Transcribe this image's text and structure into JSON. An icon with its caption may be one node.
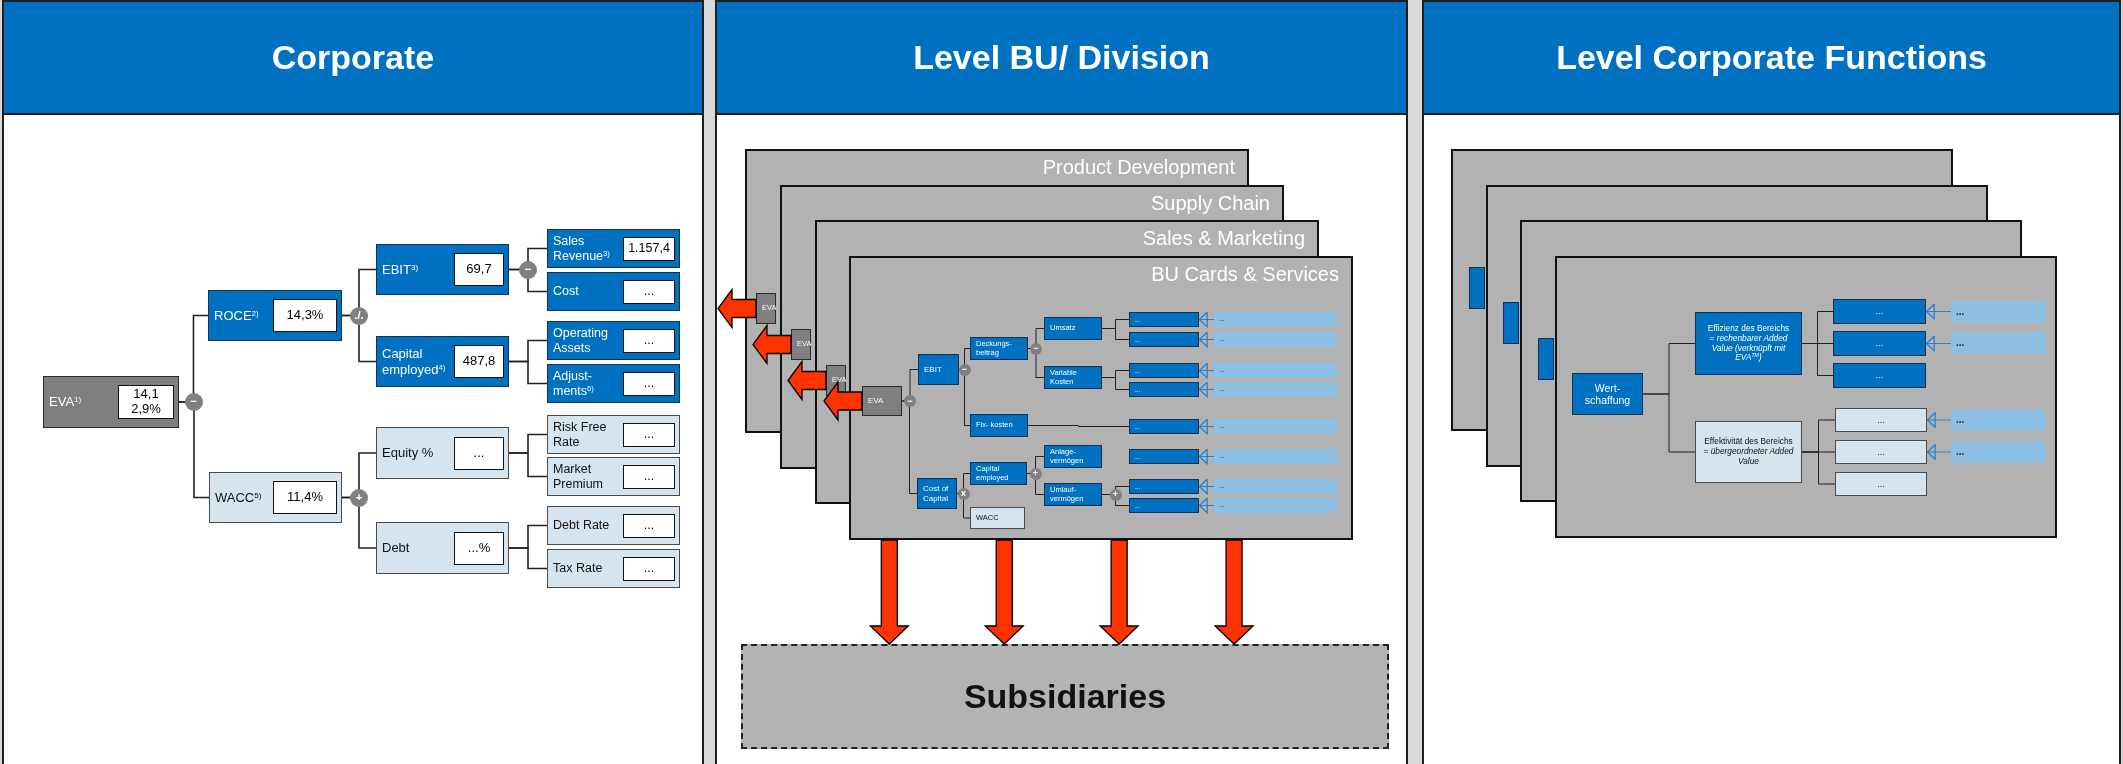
{
  "diagram": {
    "nodes": [
      {
        "text": [
          "Corporate"
        ]
      },
      {
        "text": [
          "EVA$^{1)}$",
          "14,1 2,9%"
        ],
        "in": 0
      },
      {
        "text": [
          "ROCE$^{2)}$",
          "14,3%"
        ],
        "in": 0
      },
      {
        "text": [
          "WACC$^{5)}$",
          "11,4%"
        ],
        "in": 0
      },
      {
        "text": [
          "EBIT$^{3)}$",
          "69,7"
        ],
        "in": 0
      },
      {
        "text": [
          "Capital employed$^{4)}$",
          "487,8"
        ],
        "in": 0
      },
      {
        "text": [
          "Equity %",
          "..."
        ],
        "in": 0
      },
      {
        "text": [
          "Debt",
          "...%"
        ],
        "in": 0
      },
      {
        "text": [
          "Sales Revenue$^{3)}$",
          "1.157,4"
        ],
        "in": 0
      },
      {
        "text": [
          "Cost",
          "..."
        ],
        "in": 0
      },
      {
        "text": [
          "Operating Assets",
          "..."
        ],
        "in": 0
      },
      {
        "text": [
          "Adjust- ments$^{6)}$",
          "..."
        ],
        "in": 0
      },
      {
        "text": [
          "Risk Free Rate",
          "..."
        ],
        "in": 0
      },
      {
        "text": [
          "Market Premium",
          "..."
        ],
        "in": 0
      },
      {
        "text": [
          "Debt Rate",
          "..."
        ],
        "in": 0
      },
      {
        "text": [
          "Tax Rate",
          "..."
        ],
        "in": 0
      },
      {
        "text": [
          "Level BU/ Division"
        ]
      },
      {
        "text": [
          "Product Development"
        ],
        "in": 16
      },
      {
        "text": [
          "EVA"
        ],
        "in": 16
      },
      {
        "text": [
          "Supply Chain"
        ],
        "in": 16
      },
      {
        "text": [
          "EVA"
        ],
        "in": 16
      },
      {
        "text": [
          "Sales & Marketing"
        ],
        "in": 16
      },
      {
        "text": [
          "EVA"
        ],
        "in": 16
      },
      {
        "text": [
          "BU Cards & Services"
        ],
        "in": 16
      },
      {
        "text": [
          "EVA"
        ],
        "in": 23
      },
      {
        "text": [
          "EBIT"
        ],
        "in": 23
      },
      {
        "text": [
          "Cost of Capital"
        ],
        "in": 23
      },
      {
        "text": [
          "Deckungs- beitrag"
        ],
        "in": 23
      },
      {
        "text": [
          "Fix- kosten"
        ],
        "in": 23
      },
      {
        "text": [
          "Capital employed"
        ],
        "in": 23
      },
      {
        "text": [
          "WACC"
        ],
        "in": 23
      },
      {
        "text": [
          "Umsatz"
        ],
        "in": 23
      },
      {
        "text": [
          "Variable Kosten"
        ],
        "in": 23
      },
      {
        "text": [
          "Anlage- vermögen"
        ],
        "in": 23
      },
      {
        "text": [
          "Umlauf- vermögen"
        ],
        "in": 23
      },
      {
        "text": [
          "..."
        ],
        "in": 23
      },
      {
        "text": [
          "..."
        ],
        "in": 23
      },
      {
        "text": [
          "..."
        ],
        "in": 23
      },
      {
        "text": [
          "..."
        ],
        "in": 23
      },
      {
        "text": [
          "..."
        ],
        "in": 23
      },
      {
        "text": [
          "..."
        ],
        "in": 23
      },
      {
        "text": [
          "..."
        ],
        "in": 23
      },
      {
        "text": [
          "..."
        ],
        "in": 23
      },
      {
        "text": [
          "..."
        ],
        "in": 23
      },
      {
        "text": [
          "..."
        ],
        "in": 23
      },
      {
        "text": [
          "..."
        ],
        "in": 23
      },
      {
        "text": [
          "..."
        ],
        "in": 23
      },
      {
        "text": [
          "..."
        ],
        "in": 23
      },
      {
        "text": [
          "..."
        ],
        "in": 23
      },
      {
        "text": [
          "..."
        ],
        "in": 23
      },
      {
        "text": [
          "..."
        ],
        "in": 23
      },
      {
        "text": [
          "Subsidiaries"
        ],
        "in": 16
      },
      {
        "text": [
          "Level Corporate Functions"
        ]
      },
      {
        "text": [],
        "shape": "box",
        "in": 52
      },
      {
        "text": [],
        "shape": "box",
        "in": 52
      },
      {
        "text": [],
        "shape": "box",
        "in": 52
      },
      {
        "text": [],
        "shape": "box",
        "in": 52
      },
      {
        "text": [],
        "shape": "box",
        "in": 52
      },
      {
        "text": [],
        "shape": "box",
        "in": 52
      },
      {
        "text": [],
        "shape": "box",
        "in": 52
      },
      {
        "text": [
          "Wert- schaffung"
        ],
        "in": 59
      },
      {
        "text": [
          "Effizienz des Bereichs",
          "= *rechenbarer Added Value (verknüpft mit EVA$^{TM}$)*"
        ],
        "in": 59
      },
      {
        "text": [
          "Effektivität des Bereichs",
          "= *übergeordneter Added Value*"
        ],
        "in": 59
      },
      {
        "text": [
          "..."
        ],
        "in": 59
      },
      {
        "text": [
          "..."
        ],
        "in": 59
      },
      {
        "text": [
          "..."
        ],
        "in": 59
      },
      {
        "text": [
          "..."
        ],
        "in": 59
      },
      {
        "text": [
          "..."
        ],
        "in": 59
      },
      {
        "text": [
          "..."
        ],
        "in": 59
      },
      {
        "text": [
          "..."
        ],
        "in": 59
      },
      {
        "text": [
          "..."
        ],
        "in": 59
      },
      {
        "text": [
          "..."
        ],
        "in": 59
      },
      {
        "text": [
          "..."
        ],
        "in": 59
      }
    ],
    "edges": [
      {
        "from": 1,
        "to": 2,
        "arrow": "none"
      },
      {
        "from": 1,
        "to": 3,
        "arrow": "none"
      },
      {
        "from": 2,
        "to": 4,
        "arrow": "none"
      },
      {
        "from": 2,
        "to": 5,
        "arrow": "none"
      },
      {
        "from": 4,
        "to": 8,
        "arrow": "none"
      },
      {
        "from": 4,
        "to": 9,
        "arrow": "none"
      },
      {
        "from": 5,
        "to": 10,
        "arrow": "none"
      },
      {
        "from": 5,
        "to": 11,
        "arrow": "none"
      },
      {
        "from": 3,
        "to": 6,
        "arrow": "none"
      },
      {
        "from": 3,
        "to": 7,
        "arrow": "none"
      },
      {
        "from": 6,
        "to": 12,
        "arrow": "none"
      },
      {
        "from": 6,
        "to": 13,
        "arrow": "none"
      },
      {
        "from": 7,
        "to": 14,
        "arrow": "none"
      },
      {
        "from": 7,
        "to": 15,
        "arrow": "none"
      },
      {
        "from": 18,
        "to": null,
        "arrow": "to",
        "style": "thick",
        "color": "#ff3300"
      },
      {
        "from": 20,
        "to": null,
        "arrow": "to",
        "style": "thick",
        "color": "#ff3300"
      },
      {
        "from": 22,
        "to": null,
        "arrow": "to",
        "style": "thick",
        "color": "#ff3300"
      },
      {
        "from": 24,
        "to": null,
        "arrow": "to",
        "style": "thick",
        "color": "#ff3300"
      },
      {
        "from": 23,
        "to": 51,
        "arrow": "to",
        "style": "thick",
        "color": "#ff3300"
      },
      {
        "from": 23,
        "to": 51,
        "arrow": "to",
        "style": "thick",
        "color": "#ff3300"
      },
      {
        "from": 23,
        "to": 51,
        "arrow": "to",
        "style": "thick",
        "color": "#ff3300"
      },
      {
        "from": 23,
        "to": 51,
        "arrow": "to",
        "style": "thick",
        "color": "#ff3300"
      },
      {
        "from": 24,
        "to": 25,
        "arrow": "none"
      },
      {
        "from": 24,
        "to": 26,
        "arrow": "none"
      },
      {
        "from": 25,
        "to": 27,
        "arrow": "none"
      },
      {
        "from": 25,
        "to": 28,
        "arrow": "none"
      },
      {
        "from": 27,
        "to": 31,
        "arrow": "none"
      },
      {
        "from": 27,
        "to": 32,
        "arrow": "none"
      },
      {
        "from": 31,
        "to": 35,
        "arrow": "none"
      },
      {
        "from": 31,
        "to": 36,
        "arrow": "none"
      },
      {
        "from": 32,
        "to": 37,
        "arrow": "none"
      },
      {
        "from": 32,
        "to": 38,
        "arrow": "none"
      },
      {
        "from": 28,
        "to": 39,
        "arrow": "none"
      },
      {
        "from": 26,
        "to": 29,
        "arrow": "none"
      },
      {
        "from": 26,
        "to": 30,
        "arrow": "none"
      },
      {
        "from": 29,
        "to": 33,
        "arrow": "none"
      },
      {
        "from": 29,
        "to": 34,
        "arrow": "none"
      },
      {
        "from": 34,
        "to": 41,
        "arrow": "none"
      },
      {
        "from": 34,
        "to": 42,
        "arrow": "none"
      },
      {
        "from": 43,
        "to": 35,
        "arrow": "to",
        "color": "#1f82d2"
      },
      {
        "from": 44,
        "to": 36,
        "arrow": "to",
        "color": "#1f82d2"
      },
      {
        "from": 45,
        "to": 37,
        "arrow": "to",
        "color": "#1f82d2"
      },
      {
        "from": 46,
        "to": 38,
        "arrow": "to",
        "color": "#1f82d2"
      },
      {
        "from": 47,
        "to": 39,
        "arrow": "to",
        "color": "#1f82d2"
      },
      {
        "from": 48,
        "to": 40,
        "arrow": "to",
        "color": "#1f82d2"
      },
      {
        "from": 49,
        "to": 41,
        "arrow": "to",
        "color": "#1f82d2"
      },
      {
        "from": 50,
        "to": 42,
        "arrow": "to",
        "color": "#1f82d2"
      },
      {
        "from": 60,
        "to": 61,
        "arrow": "none"
      },
      {
        "from": 60,
        "to": 62,
        "arrow": "none"
      },
      {
        "from": 61,
        "to": 63,
        "arrow": "none"
      },
      {
        "from": 61,
        "to": 64,
        "arrow": "none"
      },
      {
        "from": 61,
        "to": 65,
        "arrow": "none"
      },
      {
        "from": 62,
        "to": 66,
        "arrow": "none"
      },
      {
        "from": 62,
        "to": 67,
        "arrow": "none"
      },
      {
        "from": 62,
        "to": 68,
        "arrow": "none"
      },
      {
        "from": 69,
        "to": 63,
        "arrow": "to",
        "color": "#1f82d2"
      },
      {
        "from": 70,
        "to": 64,
        "arrow": "to",
        "color": "#1f82d2"
      },
      {
        "from": 71,
        "to": 66,
        "arrow": "to",
        "color": "#1f82d2"
      },
      {
        "from": 72,
        "to": 67,
        "arrow": "to",
        "color": "#1f82d2"
      }
    ],
    "labels": [
      "−",
      "./.",
      "−",
      "+",
      "−",
      "−",
      "−",
      "x",
      "+",
      "+"
    ]
  }
}
